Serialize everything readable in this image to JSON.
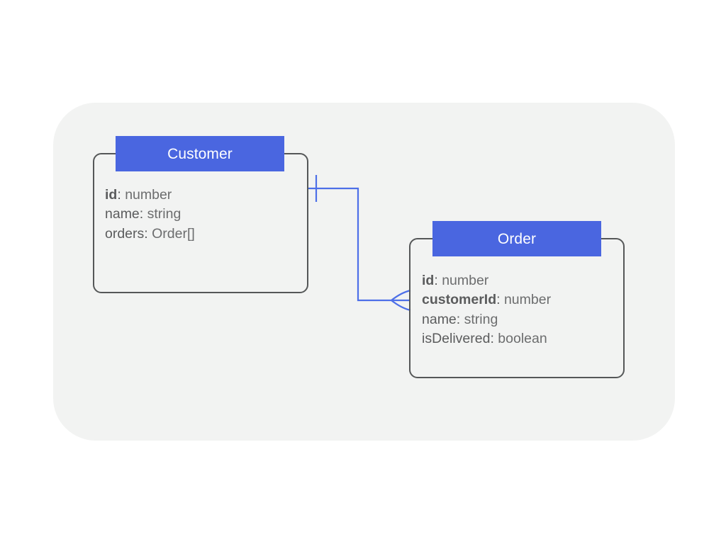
{
  "diagram": {
    "type": "entity-relationship",
    "surface_color": "#f2f3f2",
    "accent_color": "#4a66e0",
    "border_color": "#555758",
    "text_color": "#5b5c5d",
    "connector_color": "#4d6fe8",
    "entities": [
      {
        "id": "customer",
        "name": "Customer",
        "attributes": [
          {
            "key": "id",
            "type": "number",
            "is_key": true
          },
          {
            "key": "name",
            "type": "string",
            "is_key": false
          },
          {
            "key": "orders",
            "type": "Order[]",
            "is_key": false
          }
        ]
      },
      {
        "id": "order",
        "name": "Order",
        "attributes": [
          {
            "key": "id",
            "type": "number",
            "is_key": true
          },
          {
            "key": "customerId",
            "type": "number",
            "is_key": true
          },
          {
            "key": "name",
            "type": "string",
            "is_key": false
          },
          {
            "key": "isDelivered",
            "type": "boolean",
            "is_key": false
          }
        ]
      }
    ],
    "relationships": [
      {
        "id": "customer-order",
        "from": "customer",
        "to": "order",
        "from_cardinality": "one",
        "to_cardinality": "many",
        "notation": "crows-foot"
      }
    ]
  }
}
